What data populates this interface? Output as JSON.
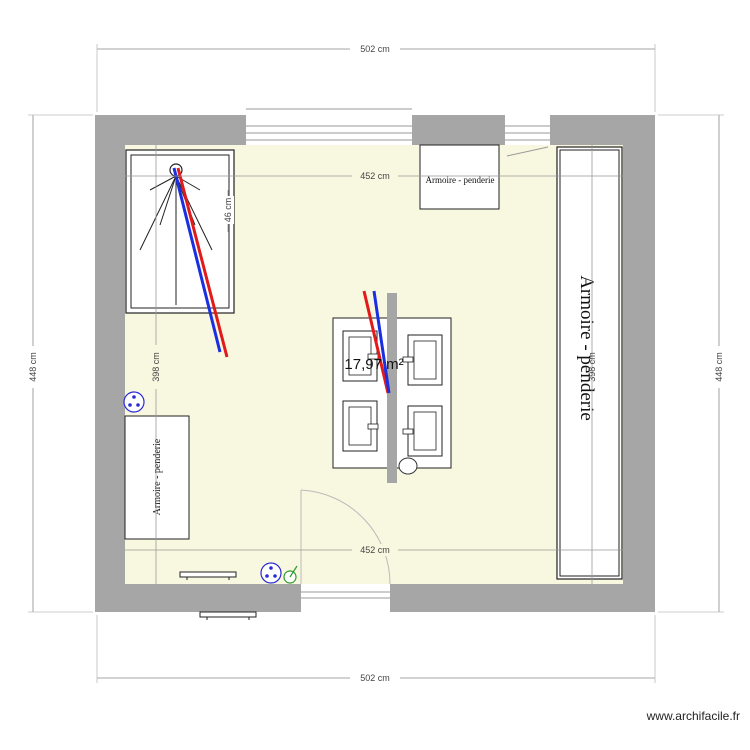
{
  "dimensions": {
    "top_outer": "502 cm",
    "bottom_outer": "502 cm",
    "left_outer": "448 cm",
    "right_outer": "448 cm",
    "top_inner": "452 cm",
    "bottom_inner": "452 cm",
    "left_inner": "398 cm",
    "right_inner": "398 cm",
    "shower_small": "46 cm"
  },
  "room": {
    "area": "17,97 m²"
  },
  "furniture": {
    "wardrobe_large": "Armoire - penderie",
    "wardrobe_top": "Armoire - penderie",
    "wardrobe_left": "Armoire - penderie"
  },
  "colors": {
    "wall": "#a6a6a6",
    "floor": "#f8f7e0",
    "hot_water": "#e21a1a",
    "cold_water": "#1a2ee2",
    "electric": "#2b2bd6",
    "gas_valve": "#2e9a2e"
  },
  "footer": {
    "watermark": "www.archifacile.fr"
  }
}
